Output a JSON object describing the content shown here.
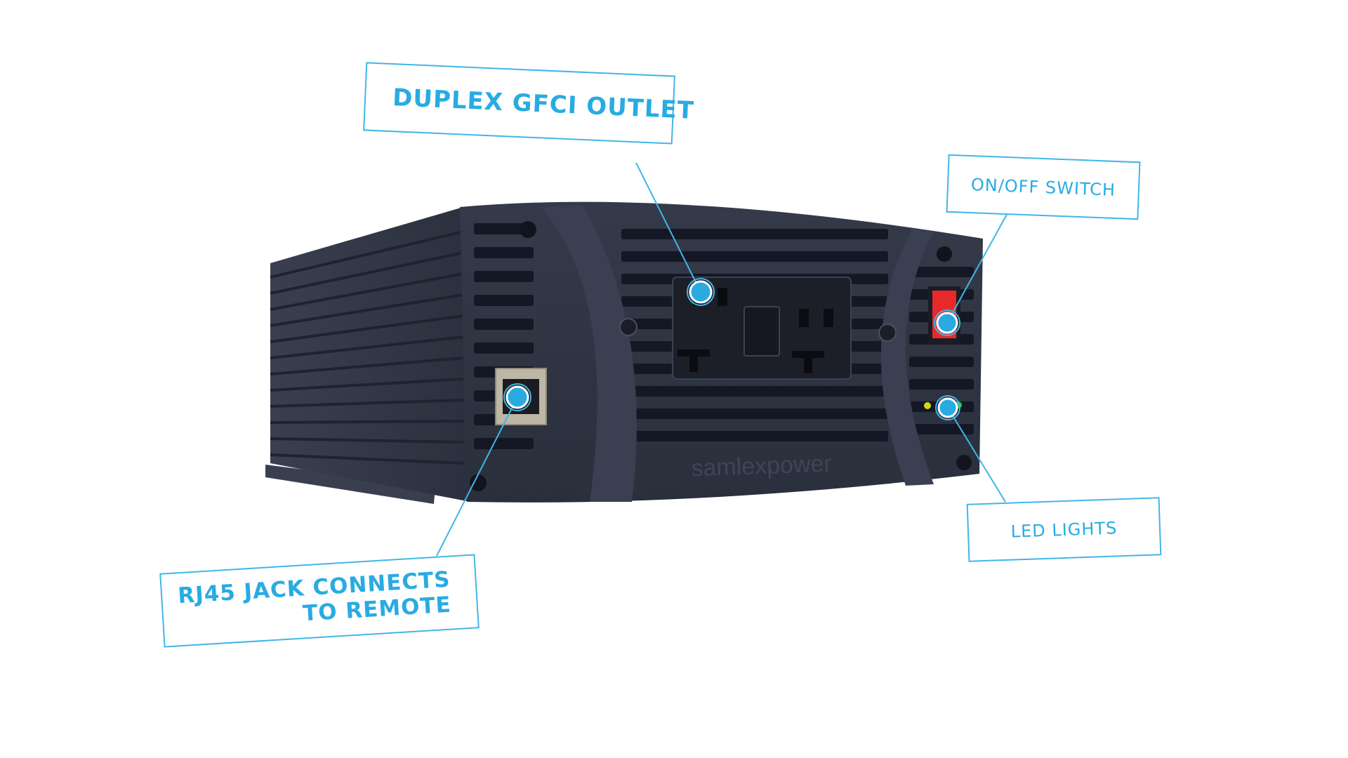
{
  "callouts": {
    "gfci": "DUPLEX GFCI OUTLET",
    "switch": "ON/OFF SWITCH",
    "led": "LED LIGHTS",
    "rj45_line1": "RJ45 JACK CONNECTS",
    "rj45_line2": "TO REMOTE"
  },
  "product": {
    "brand_mark": "samlexpower"
  },
  "colors": {
    "accent": "#29abe2",
    "body": "#2f3444",
    "switch": "#e8292b"
  }
}
